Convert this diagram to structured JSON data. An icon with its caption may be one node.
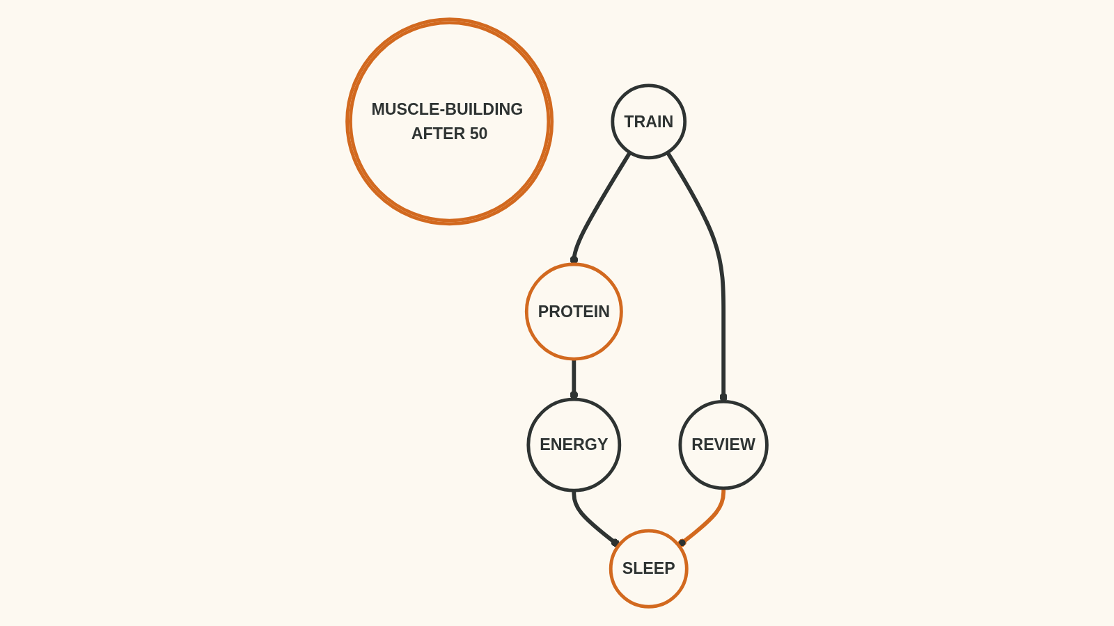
{
  "diagram": {
    "nodes": [
      {
        "text": [
          "MUSCLE-BUILDING AFTER 50"
        ]
      },
      {
        "text": [
          "TRAIN"
        ]
      },
      {
        "text": [
          "PROTEIN"
        ]
      },
      {
        "text": [
          "ENERGY"
        ]
      },
      {
        "text": [
          "SLEEP"
        ]
      },
      {
        "text": [
          "REVIEW"
        ]
      }
    ],
    "edges": [
      {
        "from": 1,
        "to": 2,
        "arrow": "other"
      },
      {
        "from": 2,
        "to": 3,
        "arrow": "other"
      },
      {
        "from": 3,
        "to": 4,
        "arrow": "other"
      },
      {
        "from": 5,
        "to": 4,
        "arrow": "other",
        "color": "#d2691f"
      },
      {
        "from": 1,
        "to": 5,
        "arrow": "other"
      }
    ]
  }
}
